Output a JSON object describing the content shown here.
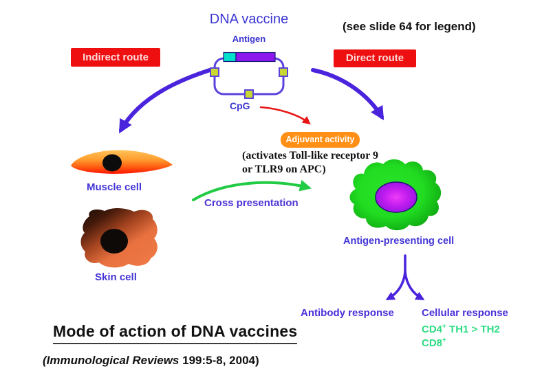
{
  "slide": {
    "title": "DNA vaccine",
    "legend_note": "(see slide 64 for legend)"
  },
  "routes": {
    "indirect_label": "Indirect route",
    "direct_label": "Direct route"
  },
  "plasmid": {
    "antigen_label": "Antigen",
    "cpg_label": "CpG"
  },
  "adjuvant": {
    "pill_label": "Adjuvant activity",
    "note_line1": "(activates Toll-like receptor 9",
    "note_line2": "or TLR9 on APC)"
  },
  "cells": {
    "muscle_label": "Muscle cell",
    "skin_label": "Skin cell",
    "apc_label": "Antigen-presenting cell"
  },
  "pathways": {
    "cross_presentation_label": "Cross presentation"
  },
  "responses": {
    "antibody_label": "Antibody response",
    "cellular_label": "Cellular response",
    "cd4_base": "CD4",
    "cd4_sup": "+",
    "cd4_tail": " TH1 > TH2",
    "cd8_base": "CD8",
    "cd8_sup": "+"
  },
  "footer": {
    "heading": "Mode of action of DNA vaccines",
    "citation_journal": "(Immunological Reviews",
    "citation_rest": " 199:5-8, 2004)"
  },
  "colors": {
    "route_box_red": "#ee1010",
    "route_box_text": "#ffd9d9",
    "arrow_blue": "#4a23dd",
    "arrow_red": "#e91414",
    "arrow_green": "#22cb44",
    "adjuvant_orange": "#ff9015",
    "label_blue": "#4335d6",
    "response_green": "#2bdc83",
    "plasmid_outline": "#5a43dd",
    "antigen_insert_purple": "#8d18ee",
    "antigen_insert_cyan": "#00e0cb",
    "plasmid_marker_yellow": "#c8d830",
    "apc_green": "#1ed01e",
    "nucleus_purple": "#a81ce8"
  }
}
